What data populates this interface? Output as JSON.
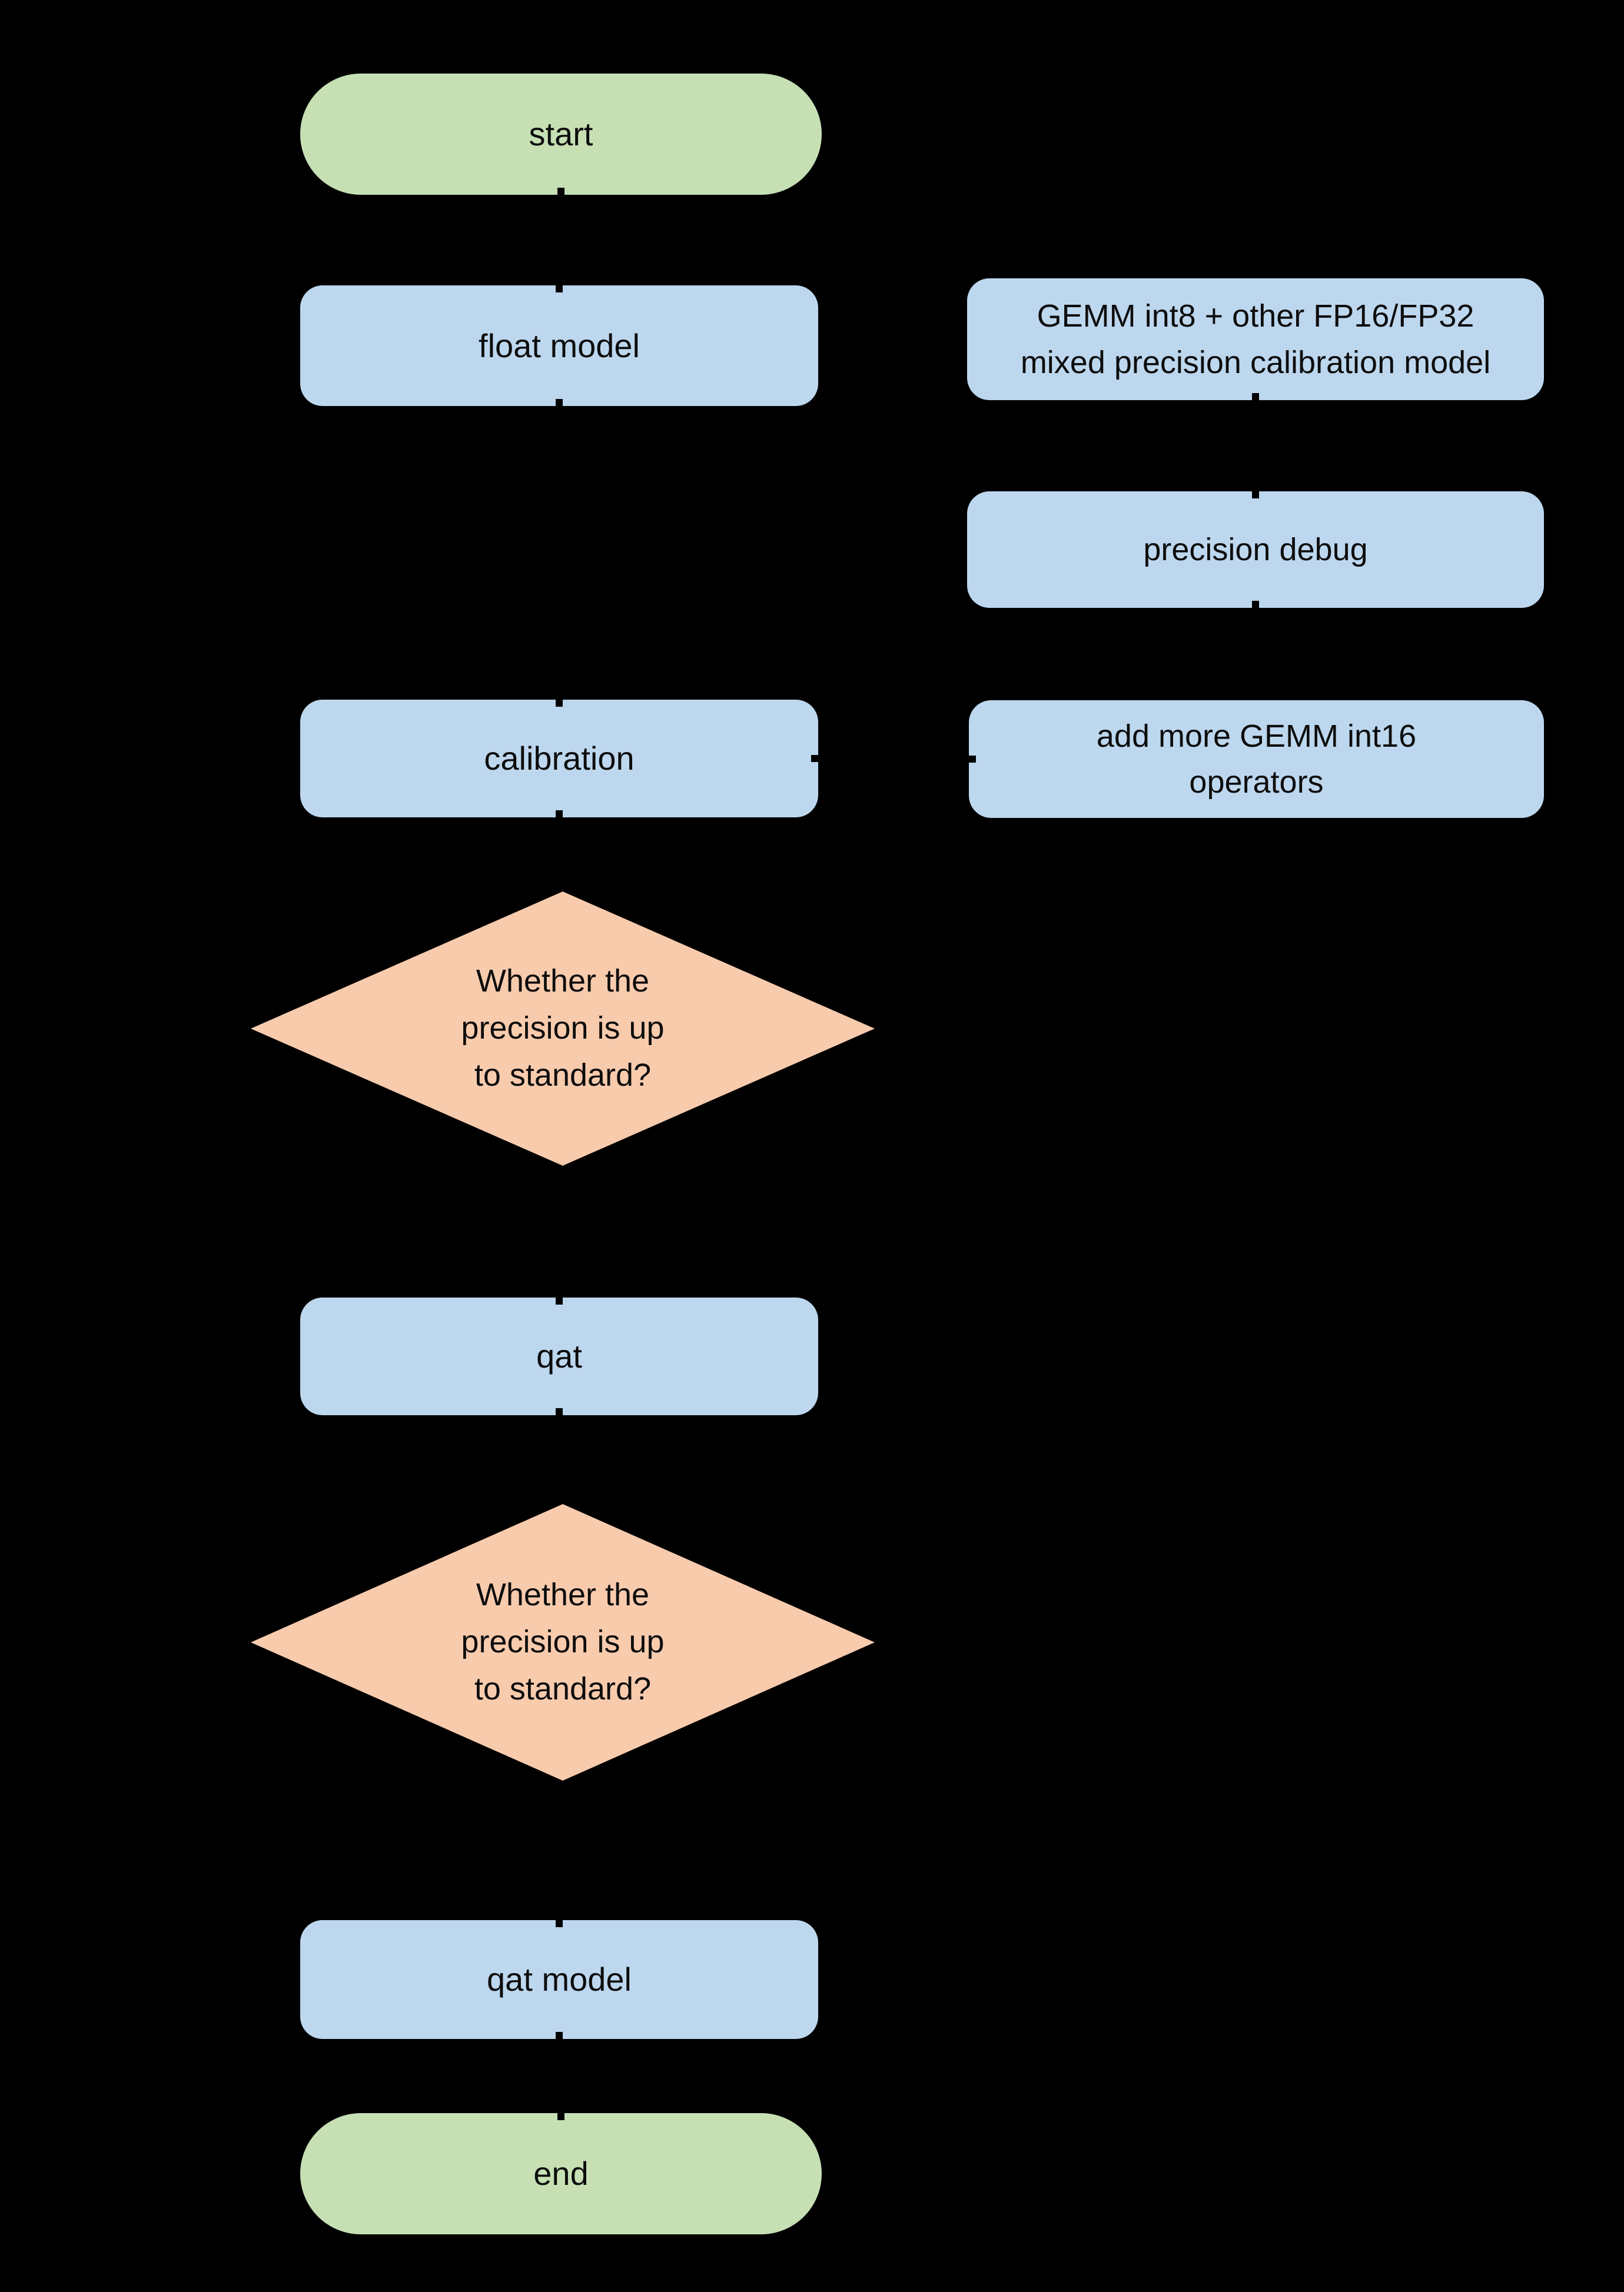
{
  "flowchart": {
    "colors": {
      "background": "#000000",
      "terminator_fill": "#c6e0b4",
      "process_fill": "#bdd7ee",
      "decision_fill": "#f8cbad",
      "text_color": "#0d0d0d"
    },
    "nodes": {
      "start": {
        "type": "terminator",
        "label": "start"
      },
      "float_model": {
        "type": "process",
        "label": "float model"
      },
      "gemm_calibration_model": {
        "type": "process",
        "label": "GEMM int8 + other FP16/FP32\nmixed precision calibration model"
      },
      "precision_debug": {
        "type": "process",
        "label": "precision debug"
      },
      "calibration": {
        "type": "process",
        "label": "calibration"
      },
      "add_gemm_int16": {
        "type": "process",
        "label": "add more GEMM int16\noperators"
      },
      "decision_precision_1": {
        "type": "decision",
        "label": "Whether the\nprecision is up\nto standard?"
      },
      "qat": {
        "type": "process",
        "label": "qat"
      },
      "decision_precision_2": {
        "type": "decision",
        "label": "Whether the\nprecision is up\nto standard?"
      },
      "qat_model": {
        "type": "process",
        "label": "qat model"
      },
      "end": {
        "type": "terminator",
        "label": "end"
      }
    }
  }
}
